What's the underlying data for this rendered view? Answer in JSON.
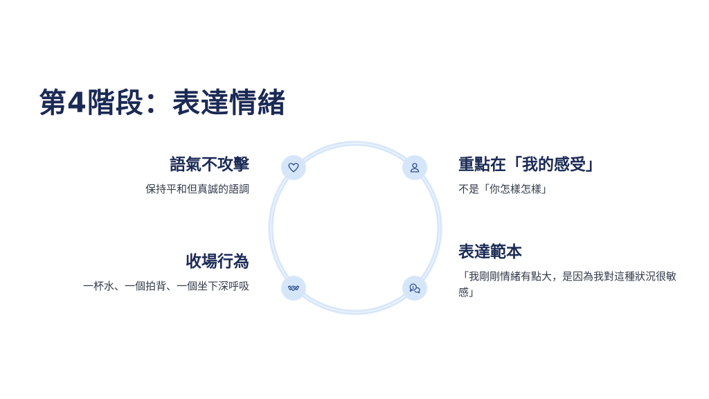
{
  "slide": {
    "title": "第4階段：表達情緒"
  },
  "items": [
    {
      "heading": "語氣不攻擊",
      "text": "保持平和但真誠的語調",
      "icon": "heart-icon"
    },
    {
      "heading": "重點在「我的感受」",
      "text": "不是「你怎樣怎樣」",
      "icon": "person-icon"
    },
    {
      "heading": "收場行為",
      "text": "一杯水、一個拍背、一個坐下深呼吸",
      "icon": "handshake-icon"
    },
    {
      "heading": "表達範本",
      "text": "「我剛剛情緒有點大，是因為我對這種狀況很敏感」",
      "icon": "chat-bubbles-icon"
    }
  ],
  "colors": {
    "title": "#1b2a55",
    "ring": "#d6e6fa",
    "icon": "#2b4a8a"
  }
}
